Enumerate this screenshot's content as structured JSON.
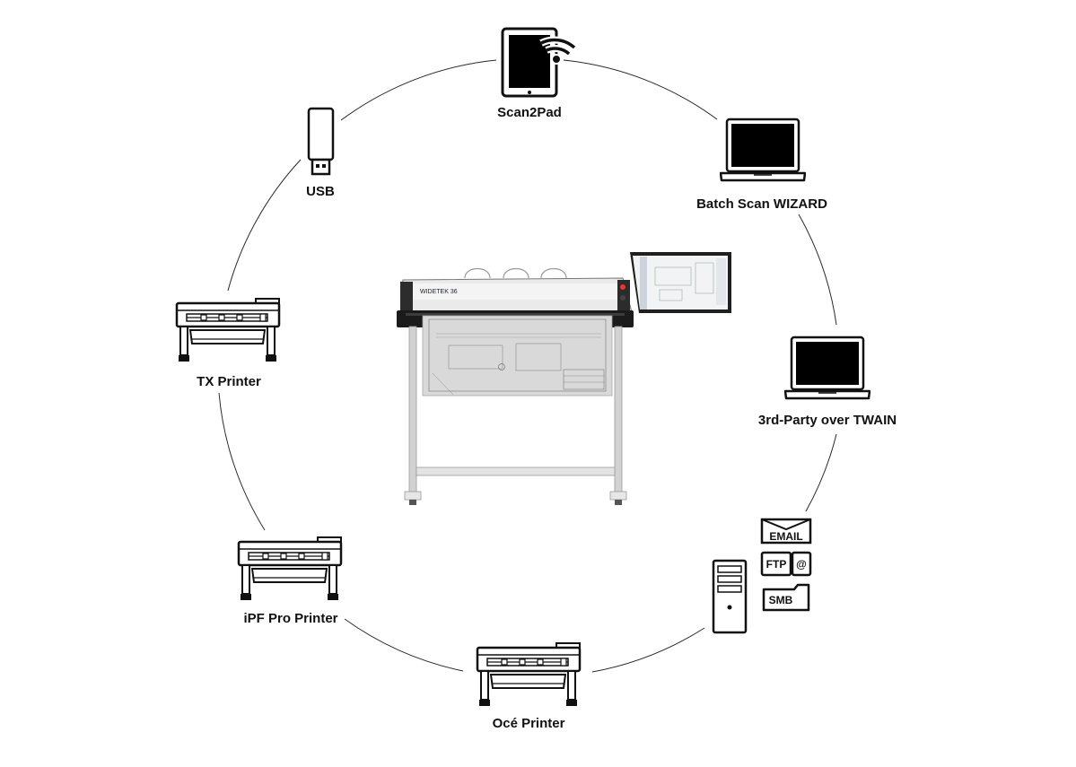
{
  "diagram": {
    "center": {
      "name": "large-format scanner with touchscreen",
      "brand": "WIDETEK 36"
    },
    "nodes": [
      {
        "id": "scan2pad",
        "label": "Scan2Pad",
        "icon": "tablet-wifi-icon"
      },
      {
        "id": "batch",
        "label": "Batch Scan WIZARD",
        "icon": "laptop-icon"
      },
      {
        "id": "twain",
        "label": "3rd-Party over TWAIN",
        "icon": "laptop-icon"
      },
      {
        "id": "server",
        "label": "",
        "icon": "tower-pc-icon",
        "tags": [
          "EMAIL",
          "FTP",
          "@",
          "SMB"
        ]
      },
      {
        "id": "oce",
        "label": "Océ Printer",
        "icon": "plotter-icon"
      },
      {
        "id": "ipf",
        "label": "iPF Pro Printer",
        "icon": "plotter-icon"
      },
      {
        "id": "tx",
        "label": "TX Printer",
        "icon": "plotter-icon"
      },
      {
        "id": "usb",
        "label": "USB",
        "icon": "usb-stick-icon"
      }
    ]
  }
}
